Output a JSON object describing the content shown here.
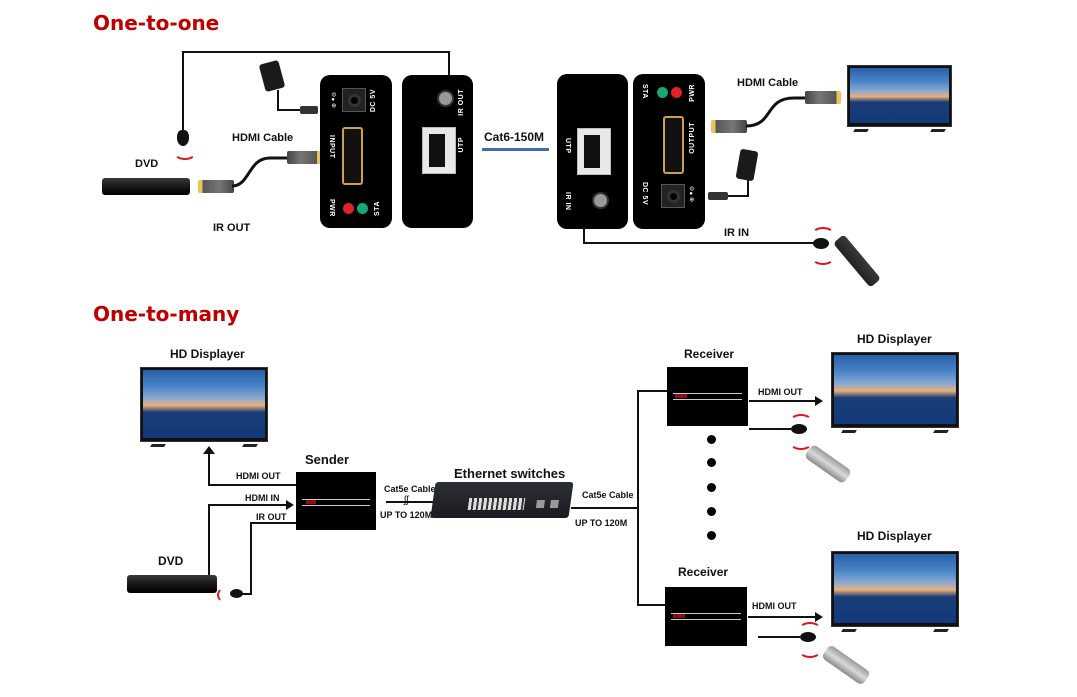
{
  "sections": {
    "one_to_one": {
      "title": "One-to-one",
      "labels": {
        "dvd": "DVD",
        "hdmi_cable_left": "HDMI Cable",
        "ir_out": "IR OUT",
        "cat6": "Cat6-150M",
        "hdmi_cable_right": "HDMI Cable",
        "ir_in": "IR IN"
      },
      "transmitter": {
        "front_panel": {
          "dc": "DC 5V",
          "input": "INPUT",
          "pwr": "PWR",
          "sta": "STA"
        },
        "back_panel": {
          "ir_out": "IR OUT",
          "utp": "UTP"
        }
      },
      "receiver": {
        "back_panel": {
          "utp": "UTP",
          "ir_in": "IR IN"
        },
        "front_panel": {
          "sta": "STA",
          "pwr": "PWR",
          "output": "OUTPUT",
          "dc": "DC 5V"
        }
      },
      "led_colors": {
        "pwr": "#e0202a",
        "sta": "#18a878"
      }
    },
    "one_to_many": {
      "title": "One-to-many",
      "labels": {
        "hd_displayer_left": "HD Displayer",
        "sender": "Sender",
        "hdmi_out": "HDMI OUT",
        "hdmi_in": "HDMI IN",
        "ir_out": "IR OUT",
        "dvd": "DVD",
        "cat5e_left": "Cat5e Cable",
        "up_to_left": "UP TO 120M",
        "ethernet_switches": "Ethernet switches",
        "cat5e_right": "Cat5e Cable",
        "up_to_right": "UP TO 120M",
        "receiver_top": "Receiver",
        "hd_displayer_top": "HD Displayer",
        "hdmi_out_top": "HDMI OUT",
        "receiver_bottom": "Receiver",
        "hd_displayer_bottom": "HD Displayer",
        "hdmi_out_bottom": "HDMI OUT"
      }
    }
  },
  "colors": {
    "title": "#c00000",
    "cat6_line": "#3d6db5",
    "ir_wave": "#e01818"
  }
}
